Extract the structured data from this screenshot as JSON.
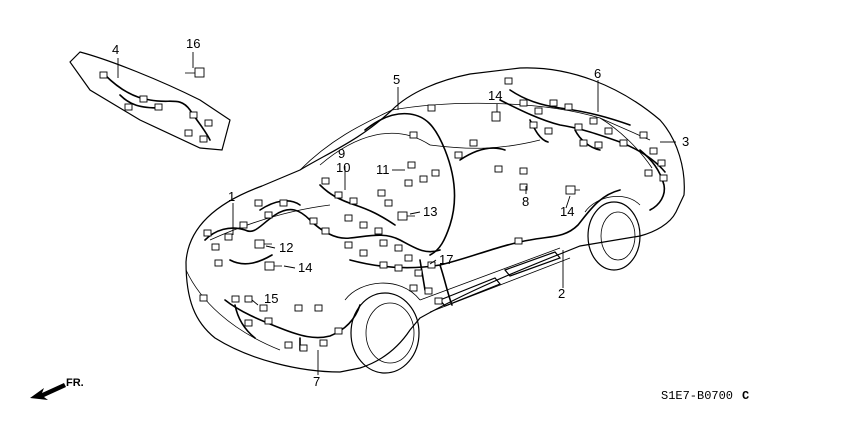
{
  "diagram": {
    "callouts": [
      {
        "id": "c1",
        "label": "1"
      },
      {
        "id": "c2",
        "label": "2"
      },
      {
        "id": "c3",
        "label": "3"
      },
      {
        "id": "c4",
        "label": "4"
      },
      {
        "id": "c5",
        "label": "5"
      },
      {
        "id": "c6",
        "label": "6"
      },
      {
        "id": "c7",
        "label": "7"
      },
      {
        "id": "c8",
        "label": "8"
      },
      {
        "id": "c9",
        "label": "9"
      },
      {
        "id": "c10",
        "label": "10"
      },
      {
        "id": "c11",
        "label": "11"
      },
      {
        "id": "c12",
        "label": "12"
      },
      {
        "id": "c13",
        "label": "13"
      },
      {
        "id": "c14a",
        "label": "14"
      },
      {
        "id": "c14b",
        "label": "14"
      },
      {
        "id": "c14c",
        "label": "14"
      },
      {
        "id": "c15",
        "label": "15"
      },
      {
        "id": "c16",
        "label": "16"
      },
      {
        "id": "c17",
        "label": "17"
      }
    ],
    "direction_label": "FR.",
    "diagram_code": "S1E7-B0700",
    "diagram_code_suffix": "C"
  }
}
